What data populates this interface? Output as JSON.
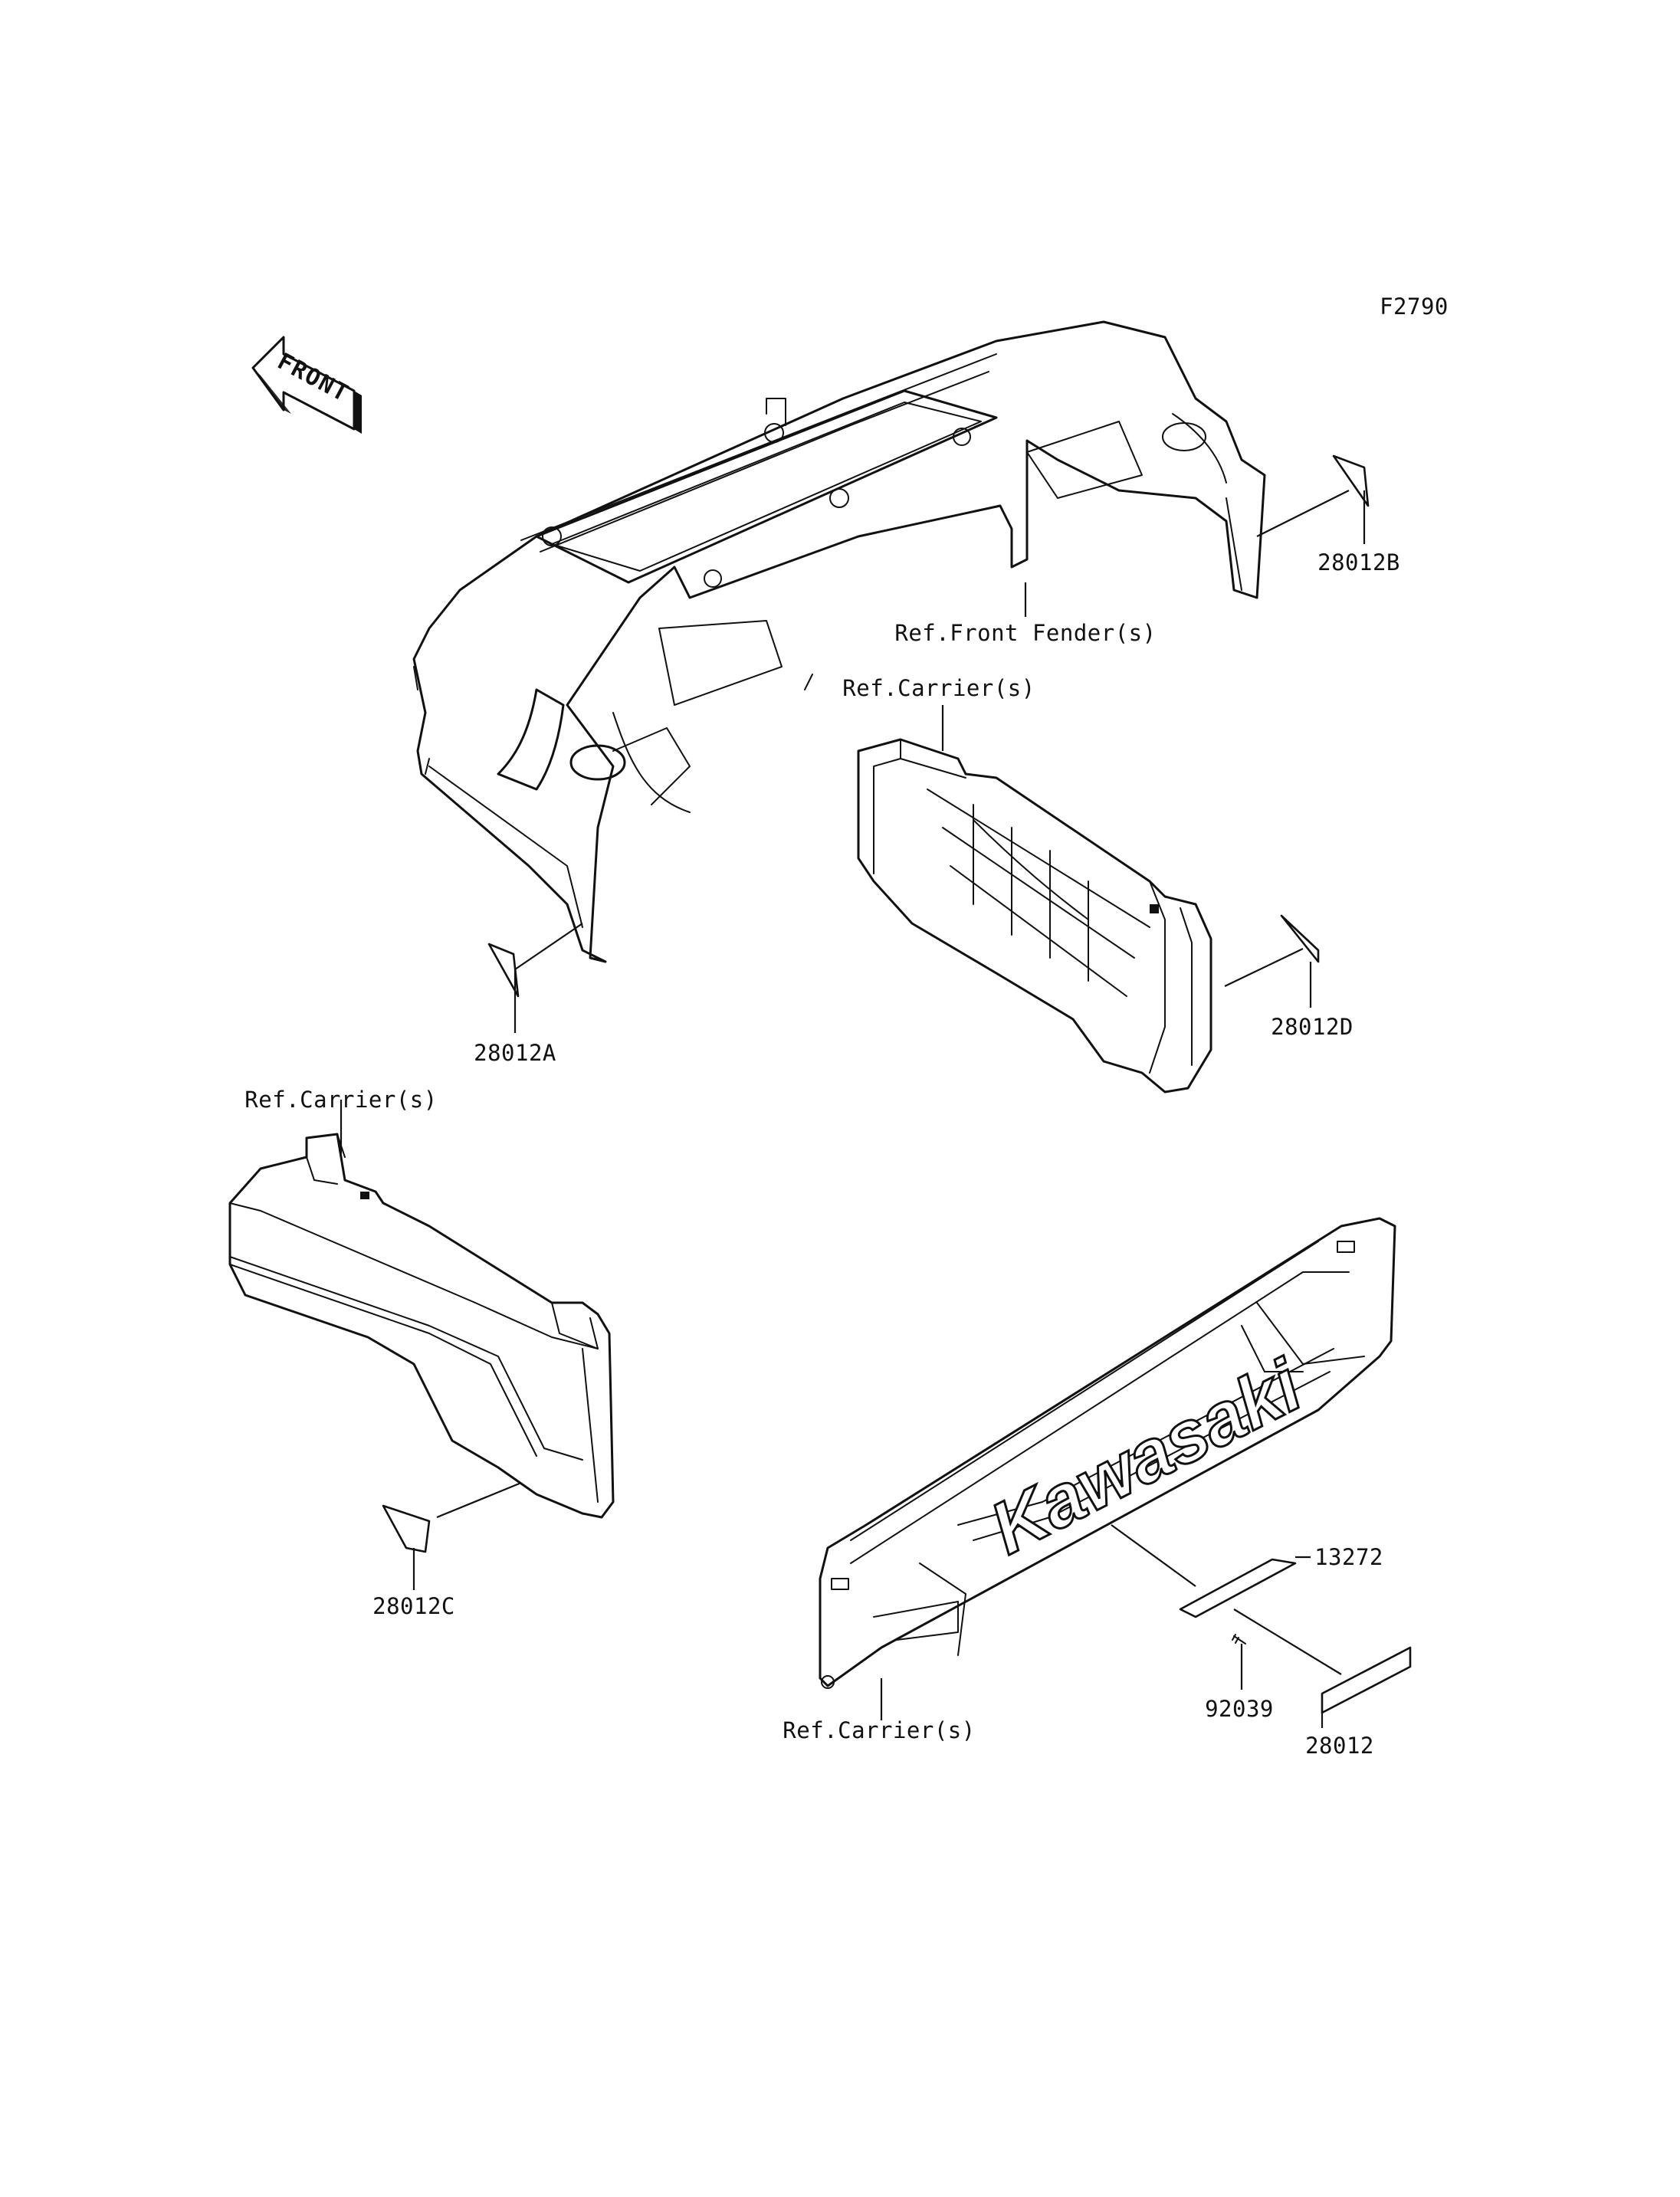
{
  "figure_code": "F2790",
  "front_marker": "FRONT",
  "brand_text": "Kawasaki",
  "callouts": {
    "decal_28012b": "28012B",
    "ref_front_fender": "Ref.Front Fender(s)",
    "ref_carrier_top": "Ref.Carrier(s)",
    "decal_28012a": "28012A",
    "decal_28012d": "28012D",
    "ref_carrier_left": "Ref.Carrier(s)",
    "decal_28012c": "28012C",
    "emblem_13272": "13272",
    "screw_92039": "92039",
    "decal_28012": "28012",
    "ref_carrier_bottom": "Ref.Carrier(s)"
  }
}
